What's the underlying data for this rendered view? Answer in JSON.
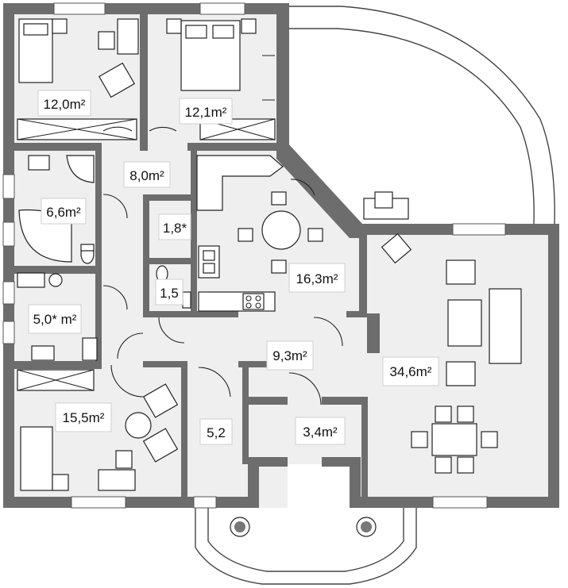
{
  "rooms": [
    {
      "id": "bedroom-nw",
      "area": "12,0m²"
    },
    {
      "id": "bedroom-master",
      "area": "12,1m²"
    },
    {
      "id": "hall-north",
      "area": "8,0m²"
    },
    {
      "id": "bathroom",
      "area": "6,6m²"
    },
    {
      "id": "storage",
      "area": "1,8*"
    },
    {
      "id": "kitchen",
      "area": "16,3m²"
    },
    {
      "id": "wc",
      "area": "1,5"
    },
    {
      "id": "utility",
      "area": "5,0* m²"
    },
    {
      "id": "corridor",
      "area": "9,3m²"
    },
    {
      "id": "living",
      "area": "34,6m²"
    },
    {
      "id": "bedroom-sw",
      "area": "15,5m²"
    },
    {
      "id": "wardrobe",
      "area": "5,2"
    },
    {
      "id": "vestibule",
      "area": "3,4m²"
    }
  ],
  "colors": {
    "wall": "#6d6d6d",
    "floor": "#efefef",
    "background": "#ffffff"
  }
}
